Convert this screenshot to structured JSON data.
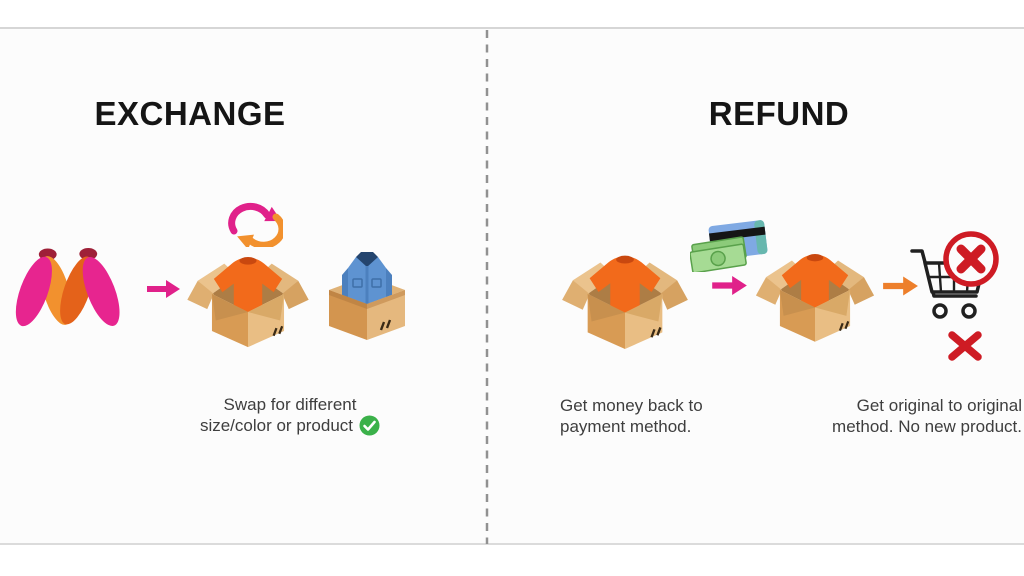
{
  "exchange_panel": {
    "title": "EXCHANGE",
    "caption": {
      "line1": "Swap for different",
      "line2": "size/color or product"
    }
  },
  "refund_panel": {
    "title": "REFUND",
    "caption_money": {
      "line1": "Get money back to",
      "line2": "payment method."
    },
    "caption_no_product": {
      "line1": "Get original to original",
      "line2": "method. No new product."
    }
  },
  "icons": {
    "myntra_logo": "myntra-m-logo",
    "swap_arrows": "swap-arrows-icon",
    "arrow_pink": "arrow-right-pink-icon",
    "arrow_orange": "arrow-right-orange-icon",
    "open_box_tshirt": "open-box-orange-tshirt-icon",
    "denim_box": "box-denim-shirt-icon",
    "money": "cash-and-card-icon",
    "cart_cancel": "cart-with-red-cross-icon",
    "red_cross": "red-cross-icon",
    "green_check": "green-check-circle-icon"
  },
  "colors": {
    "brand_pink": "#E7258F",
    "brand_orange": "#F2912E",
    "brand_orange_dark": "#E4621A",
    "arrow_pink": "#E0218A",
    "arrow_orange": "#ED7F2B",
    "success_green": "#3BB14A",
    "error_red": "#CE1B24",
    "divider_gray": "#919191",
    "text_dark": "#151515",
    "text_caption": "#3E3E3E",
    "box_tan": "#D9A05B",
    "denim_blue": "#5E93D1"
  }
}
